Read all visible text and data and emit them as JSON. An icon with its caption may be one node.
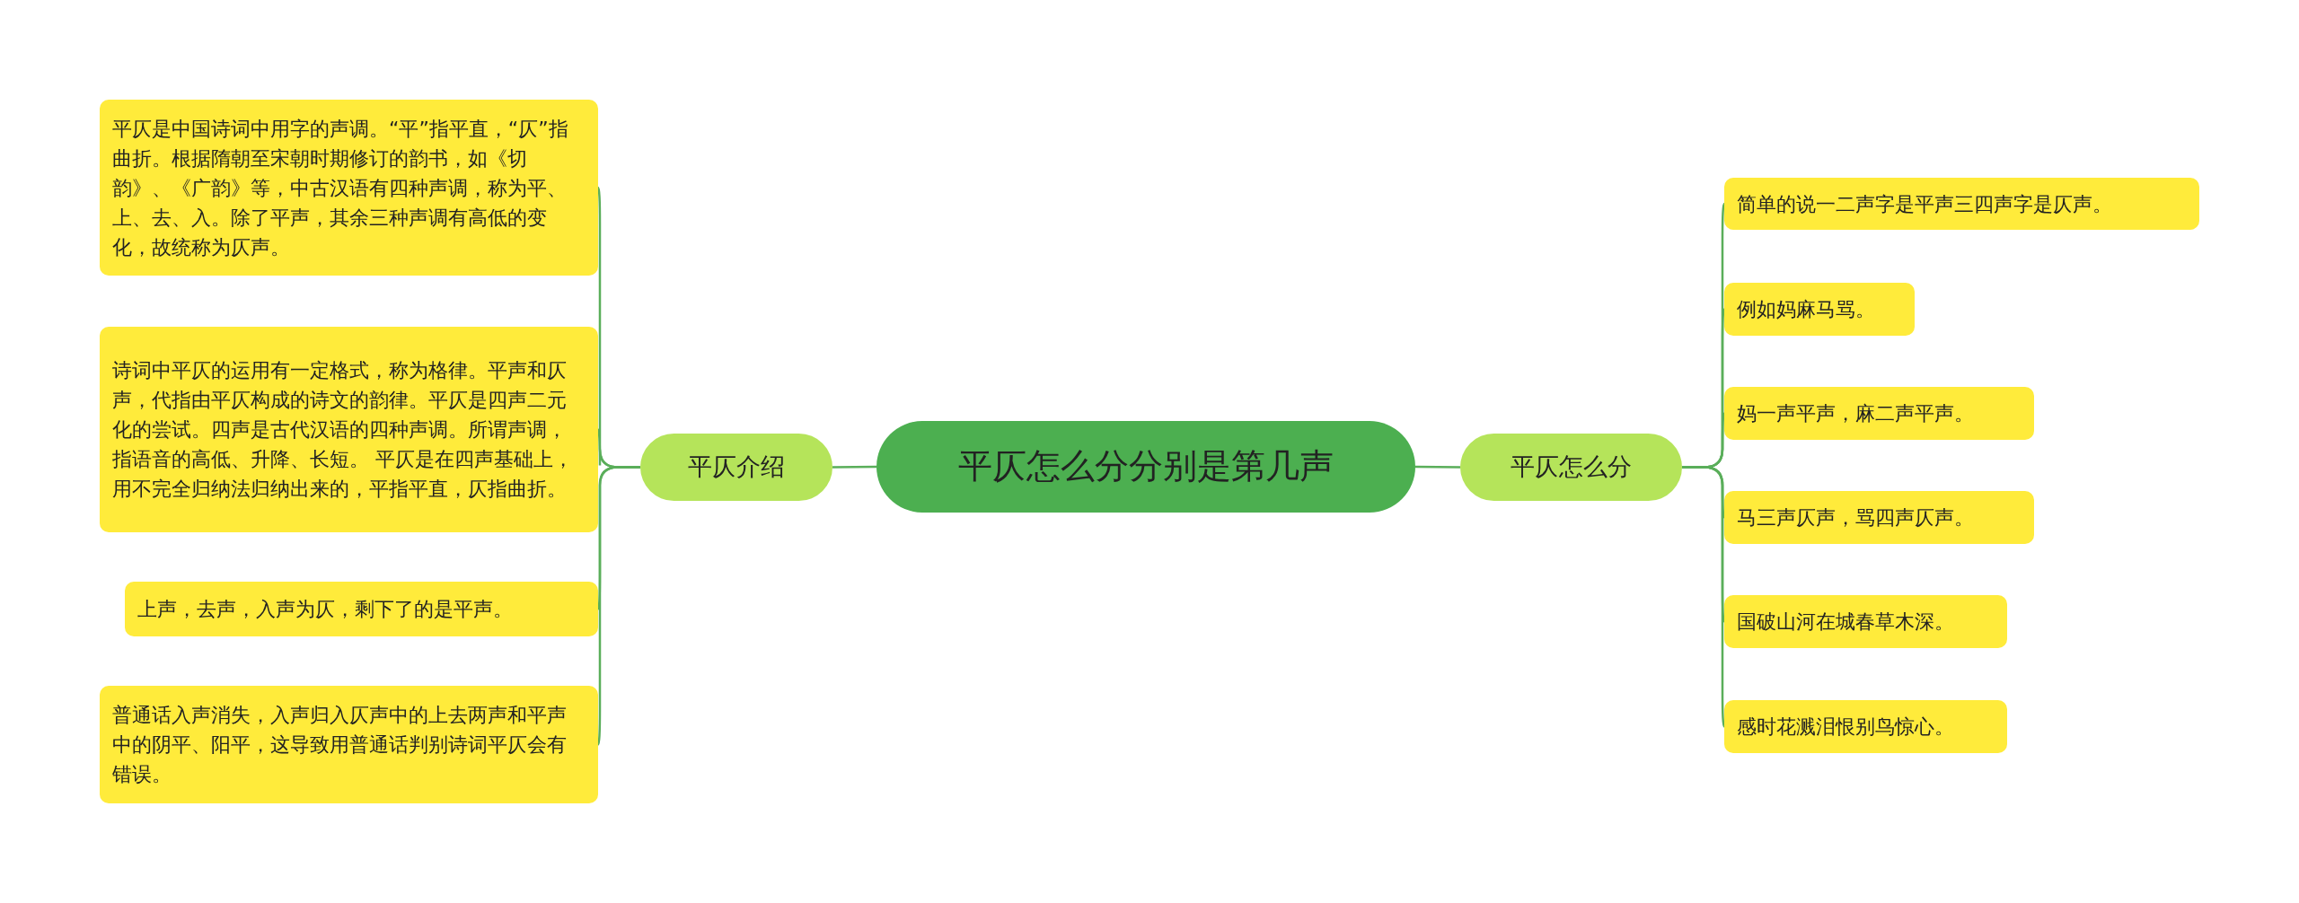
{
  "diagram": {
    "nodes": [
      {
        "text": [
          "平仄怎么分分别是第几声"
        ]
      },
      {
        "text": [
          "平仄介绍"
        ]
      },
      {
        "text": [
          "平仄是中国诗词中用字的声调。“平”指平直，“仄”指曲折。根据隋朝至宋朝时期修订的韵书，如《切韵》、《广韵》等，中古汉语有四种声调，称为平、上、去、入。除了平声，其余三种声调有高低的变化，故统称为仄声。"
        ]
      },
      {
        "text": [
          "诗词中平仄的运用有一定格式，称为格律。平声和仄声，代指由平仄构成的诗文的韵律。平仄是四声二元化的尝试。四声是古代汉语的四种声调。所谓声调，指语音的高低、升降、长短。 平仄是在四声基础上，用不完全归纳法归纳出来的，平指平直，仄指曲折。"
        ]
      },
      {
        "text": [
          "上声，去声，入声为仄，剩下了的是平声。"
        ]
      },
      {
        "text": [
          "普通话入声消失，入声归入仄声中的上去两声和平声中的阴平、阳平，这导致用普通话判别诗词平仄会有错误。"
        ]
      },
      {
        "text": [
          "平仄怎么分"
        ]
      },
      {
        "text": [
          "简单的说一二声字是平声三四声字是仄声。"
        ]
      },
      {
        "text": [
          "例如妈麻马骂。"
        ]
      },
      {
        "text": [
          "妈一声平声，麻二声平声。"
        ]
      },
      {
        "text": [
          "马三声仄声，骂四声仄声。"
        ]
      },
      {
        "text": [
          "国破山河在城春草木深。"
        ]
      },
      {
        "text": [
          "感时花溅泪恨别鸟惊心。"
        ]
      }
    ],
    "edges": [
      {
        "from": 0,
        "to": 1,
        "arrow": "none"
      },
      {
        "from": 0,
        "to": 6,
        "arrow": "none"
      },
      {
        "from": 1,
        "to": 2,
        "arrow": "none"
      },
      {
        "from": 1,
        "to": 3,
        "arrow": "none"
      },
      {
        "from": 1,
        "to": 4,
        "arrow": "none"
      },
      {
        "from": 1,
        "to": 5,
        "arrow": "none"
      },
      {
        "from": 6,
        "to": 7,
        "arrow": "none"
      },
      {
        "from": 6,
        "to": 8,
        "arrow": "none"
      },
      {
        "from": 6,
        "to": 9,
        "arrow": "none"
      },
      {
        "from": 6,
        "to": 10,
        "arrow": "none"
      },
      {
        "from": 6,
        "to": 11,
        "arrow": "none"
      },
      {
        "from": 6,
        "to": 12,
        "arrow": "none"
      }
    ]
  }
}
